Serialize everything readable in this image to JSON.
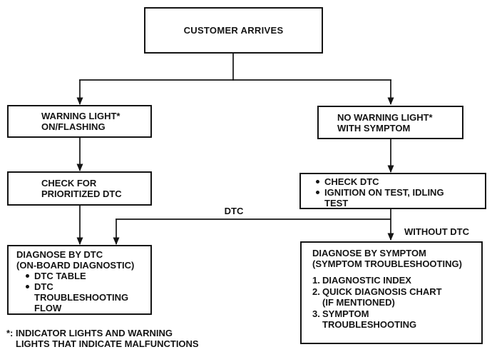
{
  "colors": {
    "ink": "#141414",
    "background": "#ffffff"
  },
  "nodes": {
    "customer_arrives": {
      "lines": [
        "CUSTOMER ARRIVES"
      ]
    },
    "warning_light": {
      "lines": [
        "WARNING LIGHT*",
        "ON/FLASHING"
      ]
    },
    "no_warning_light": {
      "lines": [
        "NO WARNING LIGHT*",
        "WITH SYMPTOM"
      ]
    },
    "check_prioritized_dtc": {
      "lines": [
        "CHECK FOR",
        "PRIORITIZED DTC"
      ]
    },
    "check_dtc": {
      "bullets": [
        {
          "lines": [
            "CHECK DTC"
          ]
        },
        {
          "lines": [
            "IGNITION ON TEST, IDLING",
            "TEST"
          ]
        }
      ]
    },
    "diagnose_by_dtc": {
      "heading": [
        "DIAGNOSE BY DTC",
        "(ON-BOARD DIAGNOSTIC)"
      ],
      "bullets": [
        {
          "lines": [
            "DTC TABLE"
          ]
        },
        {
          "lines": [
            "DTC",
            "TROUBLESHOOTING",
            "FLOW"
          ]
        }
      ]
    },
    "diagnose_by_symptom": {
      "heading": [
        "DIAGNOSE BY SYMPTOM",
        "(SYMPTOM TROUBLESHOOTING)"
      ],
      "numbered": [
        {
          "num": "1.",
          "lines": [
            "DIAGNOSTIC INDEX"
          ]
        },
        {
          "num": "2.",
          "lines": [
            "QUICK DIAGNOSIS CHART",
            "(IF MENTIONED)"
          ]
        },
        {
          "num": "3.",
          "lines": [
            "SYMPTOM",
            "TROUBLESHOOTING"
          ]
        }
      ]
    }
  },
  "edge_labels": {
    "dtc": "DTC",
    "without_dtc": "WITHOUT DTC"
  },
  "footnote": {
    "lines": [
      "*: INDICATOR LIGHTS AND WARNING",
      "LIGHTS THAT INDICATE MALFUNCTIONS"
    ]
  }
}
